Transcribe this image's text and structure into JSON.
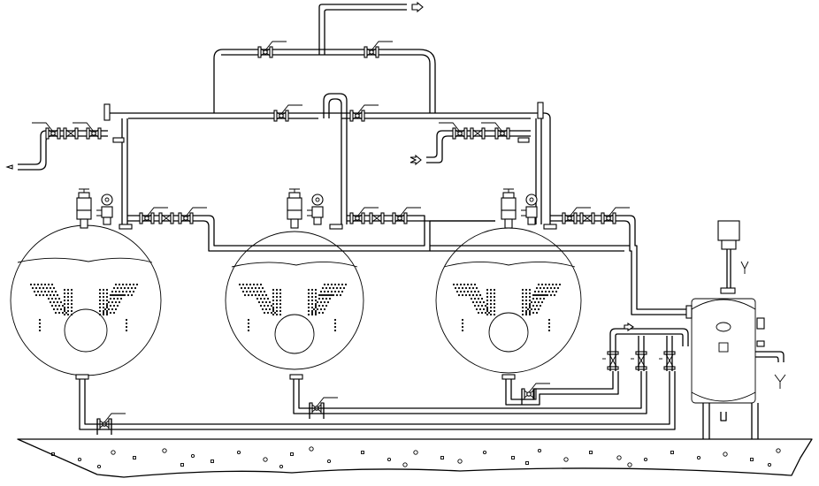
{
  "figure": {
    "kind": "boiler-room piping schematic",
    "boiler_count": 3,
    "components": [
      "boiler",
      "gate-valve",
      "check-valve",
      "flange",
      "steam-header",
      "deaerator-tank",
      "ground-line"
    ],
    "flow_arrows": [
      "steam-outlet-top",
      "outlet-left",
      "inlet-middle",
      "feed-line-right"
    ],
    "colors": {
      "line": "#000000",
      "background": "#ffffff"
    }
  }
}
